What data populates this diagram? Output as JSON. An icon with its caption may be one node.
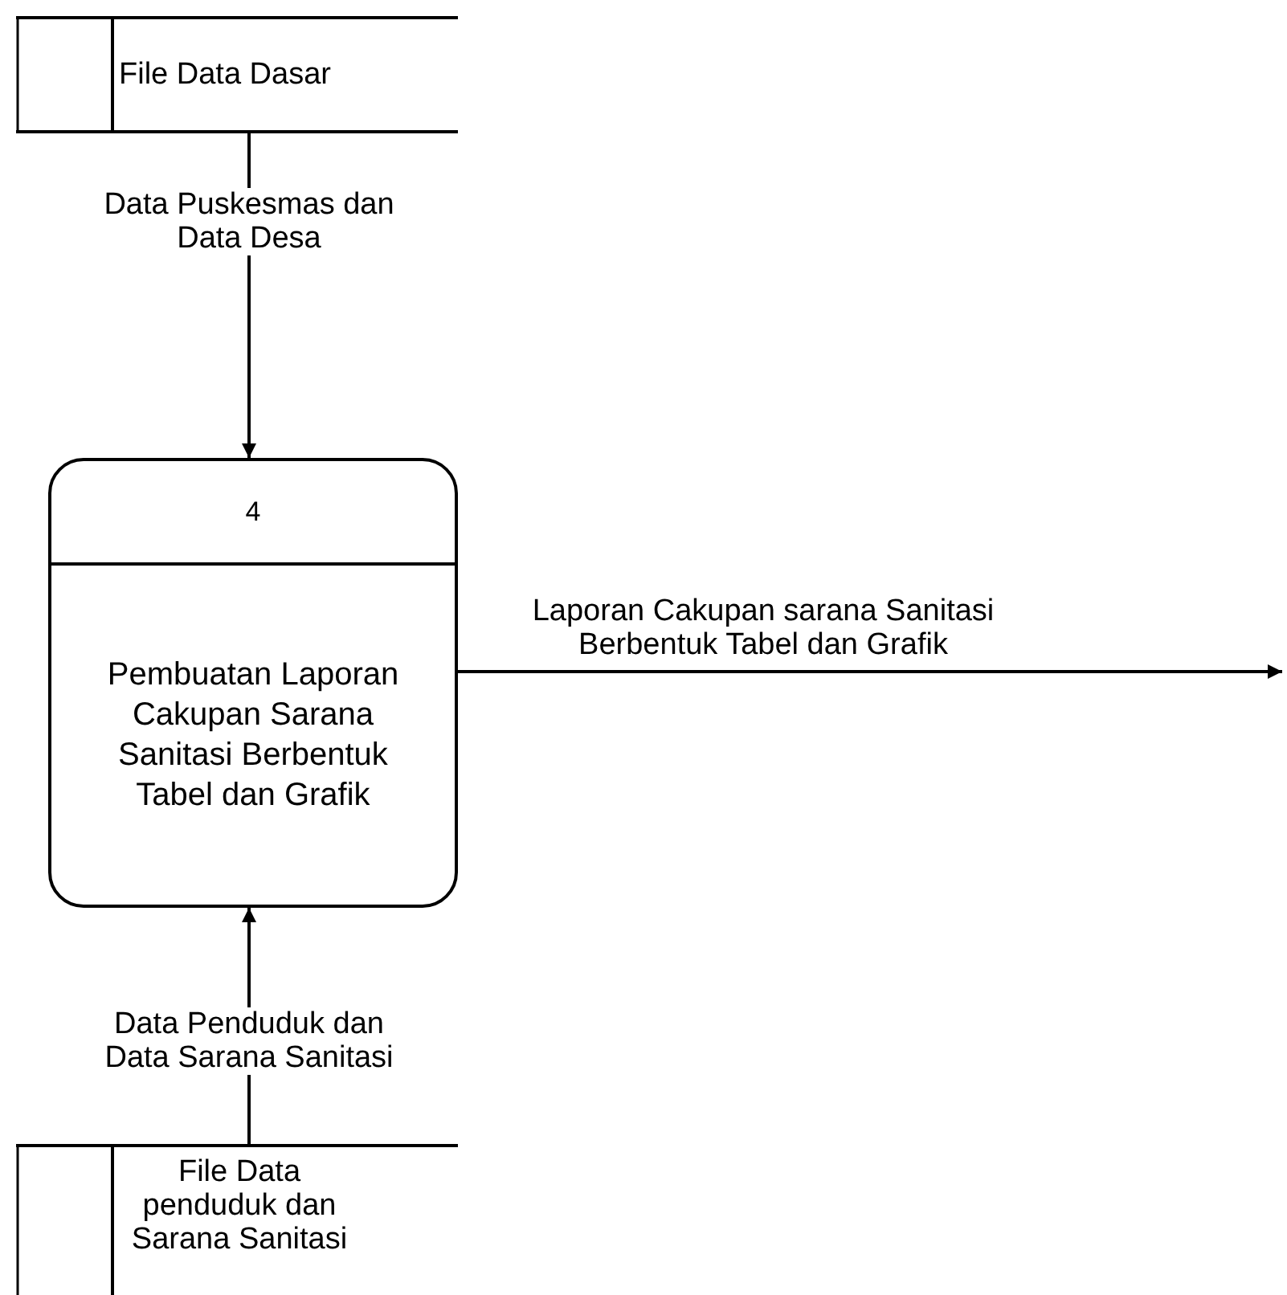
{
  "diagram": {
    "nodes": [
      {
        "text": [
          "File Data Dasar"
        ]
      },
      {
        "text": [
          "4",
          "Pembuatan Laporan Cakupan Sarana Sanitasi Berbentuk Tabel dan Grafik"
        ]
      },
      {
        "text": [
          "File Data penduduk dan Sarana Sanitasi"
        ]
      }
    ],
    "edges": [
      {
        "from": 0,
        "to": 1,
        "arrow": "to",
        "label": "Data Puskesmas dan Data Desa"
      },
      {
        "from": 1,
        "to": null,
        "arrow": "to",
        "label": "Laporan Cakupan sarana Sanitasi Berbentuk Tabel dan Grafik"
      },
      {
        "from": 2,
        "to": 1,
        "arrow": "to",
        "label": "Data Penduduk dan Data Sarana Sanitasi"
      }
    ]
  }
}
